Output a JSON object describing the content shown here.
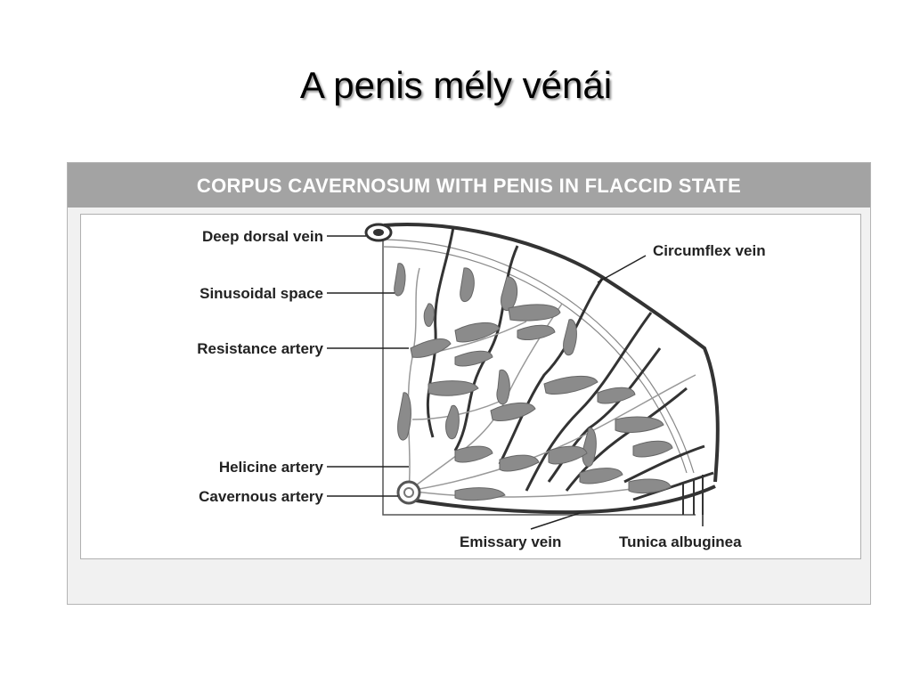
{
  "slide": {
    "title": "A penis mély vénái"
  },
  "figure": {
    "header": "CORPUS CAVERNOSUM WITH PENIS IN FLACCID STATE",
    "labels": {
      "deep_dorsal_vein": "Deep dorsal vein",
      "sinusoidal_space": "Sinusoidal space",
      "resistance_artery": "Resistance artery",
      "helicine_artery": "Helicine artery",
      "cavernous_artery": "Cavernous artery",
      "circumflex_vein": "Circumflex vein",
      "emissary_vein": "Emissary vein",
      "tunica_albuginea": "Tunica albuginea"
    }
  }
}
